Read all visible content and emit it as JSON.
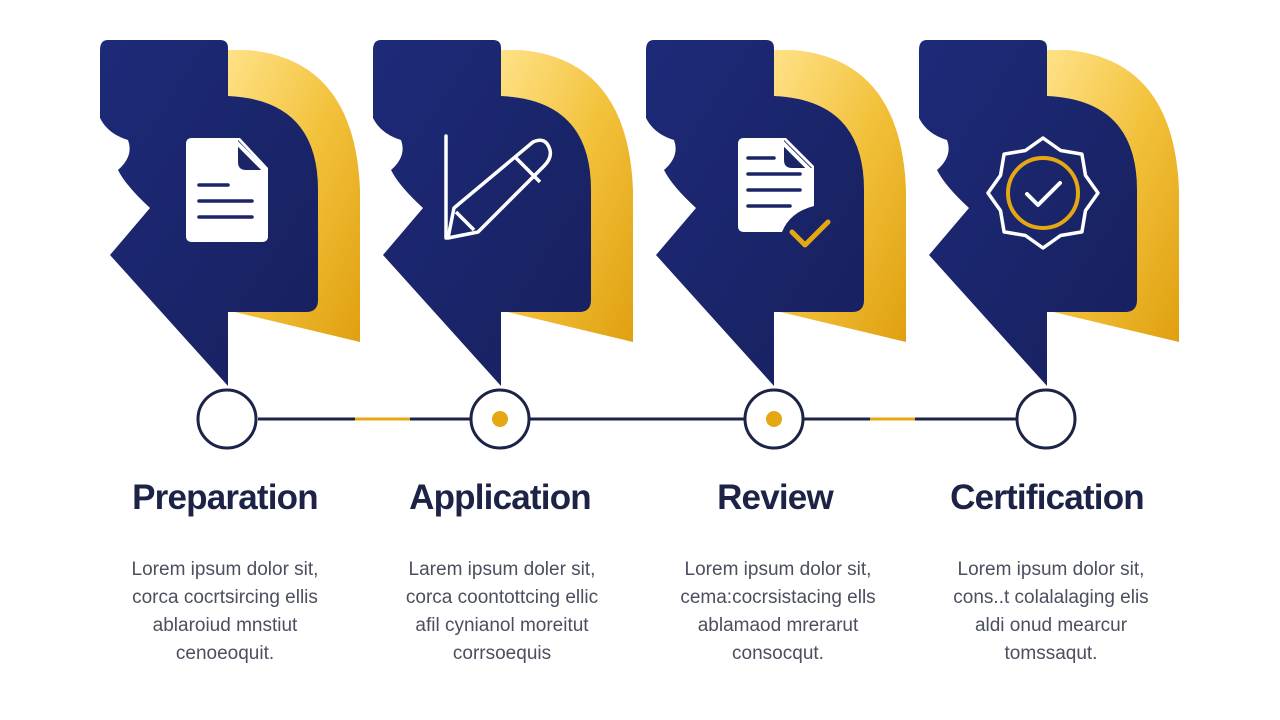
{
  "colors": {
    "navy": "#1a2466",
    "gold": "#e6a812",
    "gold_light": "#f8d76a",
    "line": "#1c2346",
    "title_text": "#1c2346",
    "body_text": "#4b4f5e"
  },
  "steps": [
    {
      "title": "Preparation",
      "icon": "document-icon",
      "node": "empty",
      "description": [
        "Lorem ipsum dolor sit,",
        "corca cocrtsircing ellis",
        "ablaroiud mnstiut",
        "cenoeoquit."
      ]
    },
    {
      "title": "Application",
      "icon": "pencil-icon",
      "node": "gold-dot",
      "description": [
        "Larem ipsum doler sit,",
        "corca coontottcing ellic",
        "afil cynianol moreitut",
        "corrsoequis"
      ]
    },
    {
      "title": "Review",
      "icon": "document-check-icon",
      "node": "gold-dot",
      "description": [
        "Lorem ipsum dolor sit,",
        "cema:cocrsistacing ells",
        "ablamaod mrerarut",
        "consocqut."
      ]
    },
    {
      "title": "Certification",
      "icon": "badge-check-icon",
      "node": "empty",
      "description": [
        "Lorem ipsum dolor sit,",
        "cons..t colalalaging elis",
        "aldi onud mearcur",
        "tomssaqut."
      ]
    }
  ]
}
